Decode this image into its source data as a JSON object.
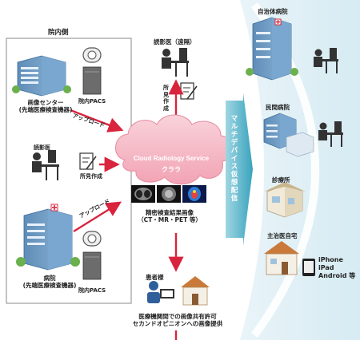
{
  "inside_title": "院内側",
  "imaging_center": {
    "line1": "画像センター",
    "line2": "(先端医療検査機器)"
  },
  "pacs_label_top": "院内PACS",
  "upload_label_top": "アップロード",
  "reader_label": "読影医",
  "report_label_left": "所見作成",
  "upload_label_bottom": "アップロード",
  "hospital": {
    "line1": "病院",
    "line2": "(先端医療検査機器)"
  },
  "pacs_label_bottom": "院内PACS",
  "remote_reader": "読影医（遠隔）",
  "report_label_vertical": "所見作成",
  "cloud": {
    "service": "Cloud Radiology Service",
    "name": "クララ"
  },
  "results": {
    "line1": "精密検査結果画像",
    "line2": "（CT・MR・PET 等）"
  },
  "patient_label": "患者様",
  "bottom_note": {
    "line1": "医療機関間での画像共有許可",
    "line2": "セカンドオピニオンへの画像提供"
  },
  "multi_device": "マルチデバイス仮想配信",
  "right": {
    "municipal_hospital": "自治体病院",
    "private_hospital": "民間病院",
    "clinic": "診療所",
    "home": "主治医自宅",
    "devices": [
      "iPhone",
      "iPad",
      "Android 等"
    ]
  },
  "colors": {
    "arrow_red": "#d9243e",
    "cloud_pink": "#f5b7c3",
    "cloud_text": "#ffffff",
    "teal_band": "#4fb4c8",
    "box_border": "#8a8a8a"
  }
}
